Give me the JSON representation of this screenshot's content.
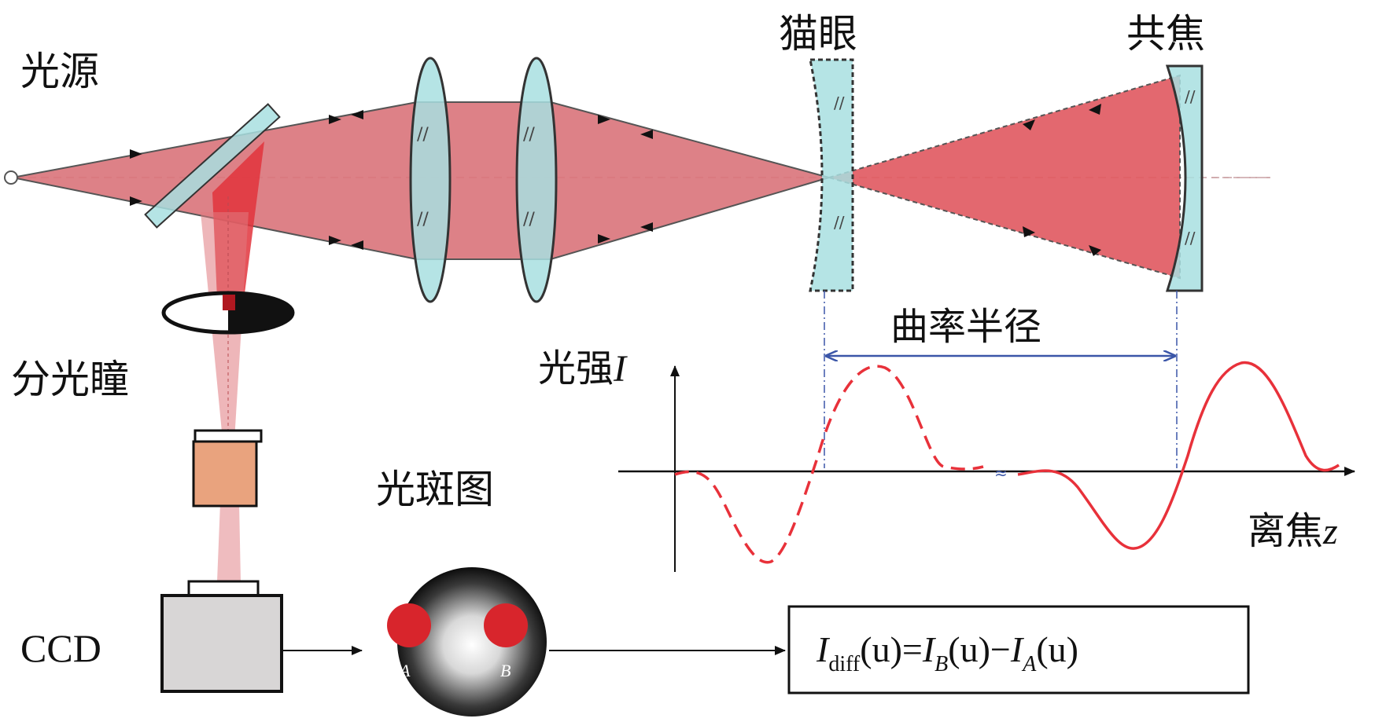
{
  "labels": {
    "light_source": "光源",
    "cat_eye": "猫眼",
    "confocal": "共焦",
    "split_pupil": "分光瞳",
    "spot_image": "光斑图",
    "ccd": "CCD",
    "radius_of_curvature": "曲率半径",
    "intensity": "光强",
    "intensity_symbol": "I",
    "defocus": "离焦",
    "defocus_symbol": "z",
    "spot_a": "A",
    "spot_b": "B"
  },
  "formula": {
    "lhs_symbol": "I",
    "lhs_sub": "diff",
    "lhs_arg": "(u)=",
    "term1_symbol": "I",
    "term1_sub": "B",
    "term1_arg": "(u)−",
    "term2_symbol": "I",
    "term2_sub": "A",
    "term2_arg": "(u)"
  },
  "colors": {
    "beam": "#d9737a",
    "beam_dark": "#c0555c",
    "lens": "#a8dfe0",
    "lens_stroke": "#333333",
    "curve": "#e8313a",
    "arrow_blue": "#3b56a8",
    "objective": "#e9a37e",
    "ccd_body": "#d8d6d6"
  },
  "icons": {
    "point_source": "circle-icon",
    "beam_splitter": "plate-icon",
    "lens": "biconvex-lens-icon",
    "pupil": "half-pupil-icon",
    "objective": "objective-icon",
    "camera": "ccd-camera-icon"
  }
}
